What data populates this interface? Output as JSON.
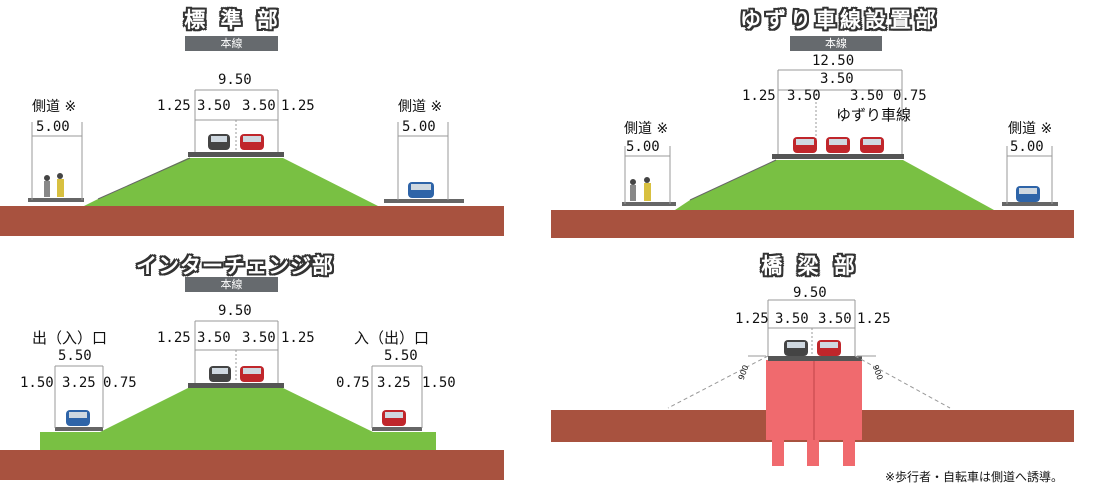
{
  "panels": {
    "standard": {
      "title": "標 準 部",
      "tag": "本線",
      "total": "9.50",
      "lanes": [
        "1.25",
        "3.50",
        "3.50",
        "1.25"
      ],
      "side_left_label": "側道 ※",
      "side_left_width": "5.00",
      "side_right_label": "側道 ※",
      "side_right_width": "5.00"
    },
    "yield_lane": {
      "title": "ゆずり車線設置部",
      "tag": "本線",
      "total": "12.50",
      "mid": "3.50",
      "lanes": [
        "1.25",
        "3.50",
        "3.50",
        "0.75"
      ],
      "yield_label": "ゆずり車線",
      "side_left_label": "側道 ※",
      "side_left_width": "5.00",
      "side_right_label": "側道 ※",
      "side_right_width": "5.00"
    },
    "interchange": {
      "title": "インターチェンジ部",
      "tag": "本線",
      "total": "9.50",
      "lanes": [
        "1.25",
        "3.50",
        "3.50",
        "1.25"
      ],
      "left_label": "出（入）口",
      "left_total": "5.50",
      "left_lanes": [
        "1.50",
        "3.25",
        "0.75"
      ],
      "right_label": "入（出）口",
      "right_total": "5.50",
      "right_lanes": [
        "0.75",
        "3.25",
        "1.50"
      ]
    },
    "bridge": {
      "title": "橋 梁 部",
      "total": "9.50",
      "lanes": [
        "1.25",
        "3.50",
        "3.50",
        "1.25"
      ],
      "rail_left": "900",
      "rail_right": "900"
    }
  },
  "footnote": "※歩行者・自転車は側道へ誘導。",
  "colors": {
    "ground": "#a8523f",
    "embankment": "#79c043",
    "pier": "#f06a6e",
    "road": "#555555",
    "car_red": "#c0262b",
    "car_blue": "#2e64a8",
    "tag": "#666a6e"
  }
}
